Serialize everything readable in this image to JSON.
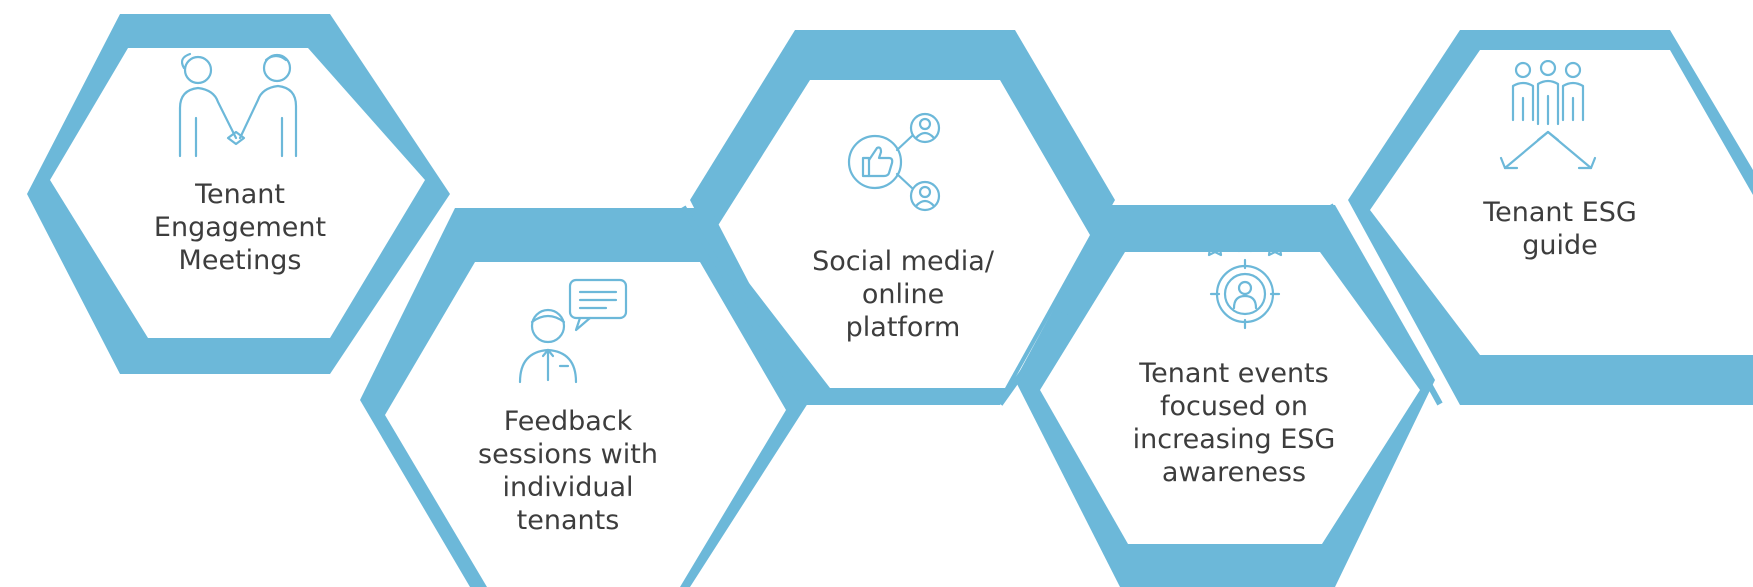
{
  "colors": {
    "hex_fill": "#6cb8d9",
    "hex_inner": "#ffffff",
    "icon_stroke": "#6cb8d9",
    "text": "#3d3d3d"
  },
  "items": [
    {
      "label": "Tenant\nEngagement\nMeetings",
      "icon": "handshake-icon"
    },
    {
      "label": "Feedback\nsessions with\nindividual\ntenants",
      "icon": "speech-bubble-person-icon"
    },
    {
      "label": "Social media/\nonline\nplatform",
      "icon": "thumbs-up-network-icon"
    },
    {
      "label": "Tenant events\nfocused on\nincreasing ESG\nawareness",
      "icon": "star-target-person-icon"
    },
    {
      "label": "Tenant ESG\nguide",
      "icon": "people-arrows-icon"
    }
  ]
}
